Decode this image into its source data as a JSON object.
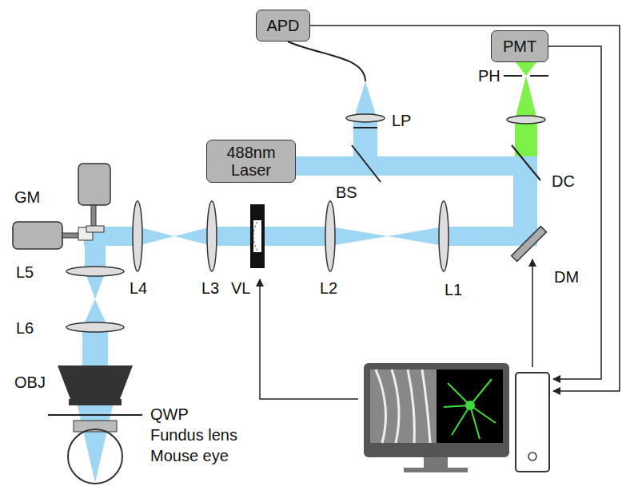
{
  "diagram": {
    "nodes": [
      {
        "text": [
          "APD"
        ]
      },
      {
        "text": [
          "PMT"
        ]
      },
      {
        "text": [
          "488nm Laser"
        ]
      }
    ],
    "labels": [
      "PH",
      "LP",
      "BS",
      "DC",
      "GM",
      "L4",
      "L3",
      "VL",
      "L2",
      "L1",
      "DM",
      "L5",
      "L6",
      "OBJ",
      "QWP",
      "Fundus lens",
      "Mouse eye"
    ]
  }
}
